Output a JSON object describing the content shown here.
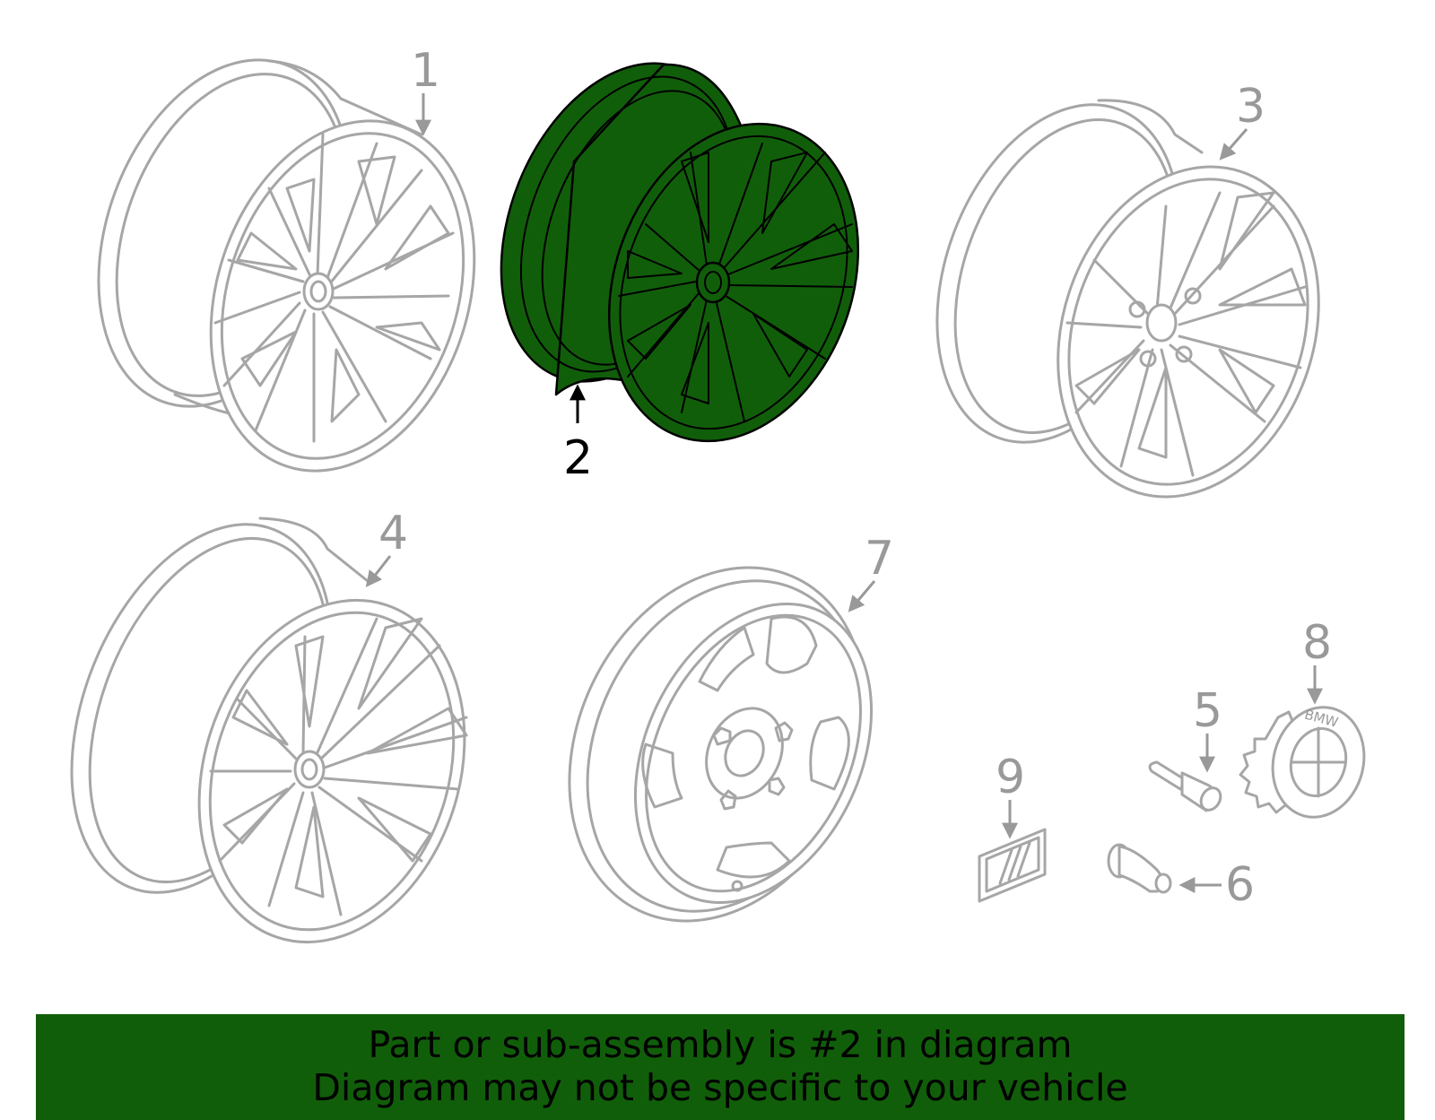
{
  "callouts": {
    "c1": "1",
    "c2": "2",
    "c3": "3",
    "c4": "4",
    "c5": "5",
    "c6": "6",
    "c7": "7",
    "c8": "8",
    "c9": "9"
  },
  "highlighted_part": "2",
  "emblem_text": "BMW",
  "banner": {
    "line1": "Part or sub-assembly is #2 in diagram",
    "line2": "Diagram may not be specific to your vehicle"
  },
  "colors": {
    "highlight": "#115e0a",
    "part_outline": "#a6a6a6",
    "callout_text": "#999999"
  }
}
